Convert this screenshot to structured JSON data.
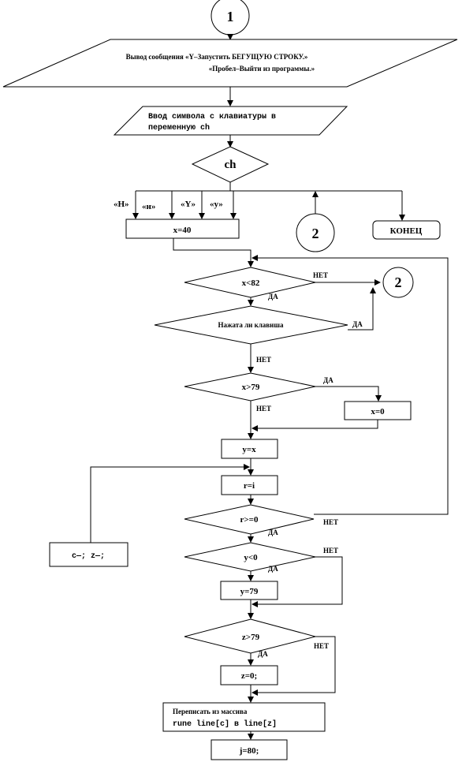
{
  "connectors": {
    "start": "1",
    "mid": "2",
    "right": "2"
  },
  "output_block": {
    "line1": "Вывод сообщения «Y–Запустить БЕГУЩУЮ СТРОКУ.»",
    "line2": "«Пробел–Выйти из программы.»"
  },
  "input_block": {
    "line1": "Ввод символа с клавиатуры в",
    "line2": "переменную ch"
  },
  "switch_var": "ch",
  "cases": [
    "«Н»",
    "«н»",
    "«Y»",
    "«у»"
  ],
  "end_label": "КОНЕЦ",
  "init_x": "x=40",
  "decisions": {
    "x_lt_82": "x<82",
    "key_pressed": "Нажата ли клавиша",
    "x_gt_79": "x>79",
    "r_ge_0": "r>=0",
    "y_lt_0": "y<0",
    "z_gt_79": "z>79"
  },
  "process": {
    "x_reset": "x=0",
    "y_eq_x": "y=x",
    "r_eq_i": "r=i",
    "dec_cz": "с—; z—;",
    "y_79": "y=79",
    "z_0": "z=0;",
    "copy_line1": "Переписать из массива",
    "copy_line2": "rune line[c] в line[z]",
    "j_80": "j=80;"
  },
  "branch_labels": {
    "no_1": "НЕТ",
    "yes_1": "ДА",
    "yes_2": "ДА",
    "no_2": "НЕТ",
    "yes_3": "ДА",
    "no_3": "НЕТ",
    "no_4": "НЕТ",
    "yes_4": "ДА",
    "no_5": "НЕТ",
    "yes_5": "ДА",
    "no_6": "НЕТ",
    "yes_6": "ДА"
  }
}
